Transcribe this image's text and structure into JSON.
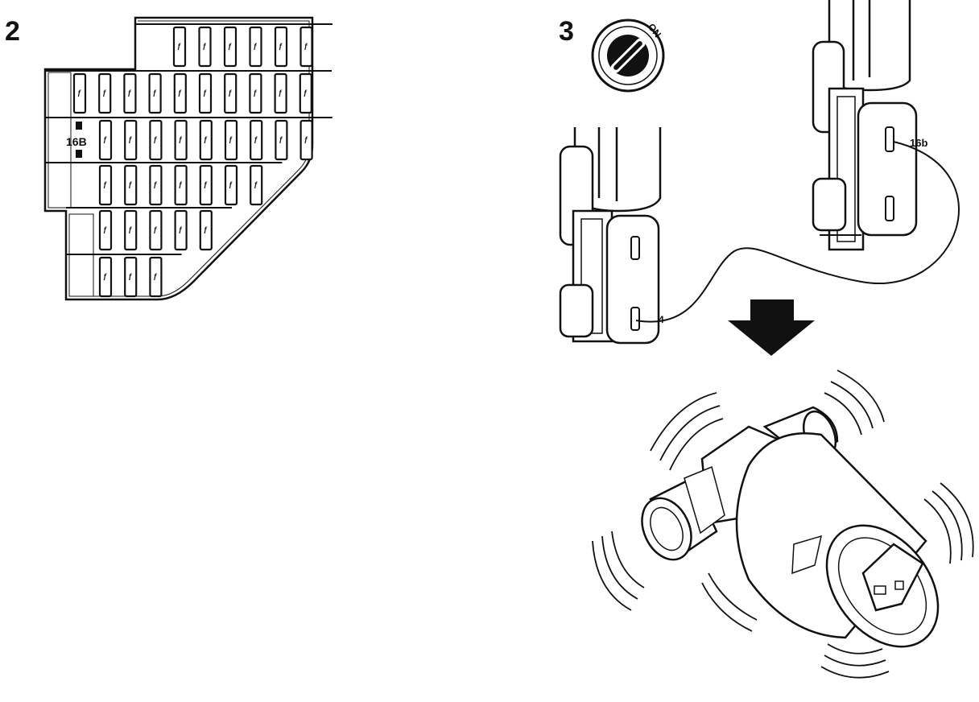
{
  "steps": {
    "left_number": "2",
    "right_number": "3"
  },
  "fuse_panel": {
    "highlight_label": "16B",
    "fuse_glyph": "ƒ"
  },
  "ignition": {
    "key_label": "ON"
  },
  "probe": {
    "upper_connector_label": "16b",
    "lower_connector_label": "4"
  },
  "indicator": {
    "arrow_icon": "down-arrow-icon",
    "component_icon": "idle-valve-icon"
  }
}
